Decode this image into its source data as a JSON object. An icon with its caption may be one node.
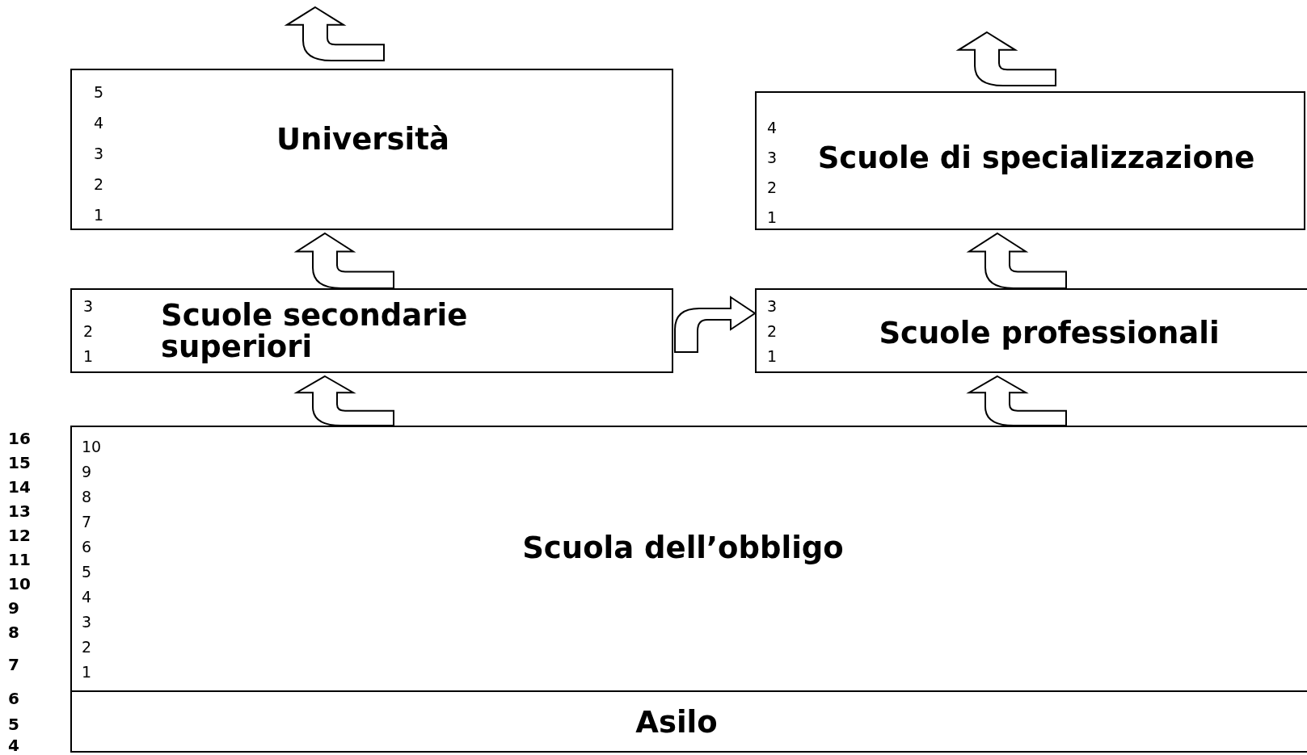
{
  "diagram": {
    "nodes": [
      {
        "text": [
          "5",
          "4",
          "3",
          "2",
          "1",
          "Università"
        ]
      },
      {
        "text": [
          "4",
          "3",
          "2",
          "1",
          "Scuole di specializzazione"
        ]
      },
      {
        "text": [
          "3",
          "2",
          "1",
          "Scuole secondarie superiori"
        ]
      },
      {
        "text": [
          "3",
          "2",
          "1",
          "Scuole professionali"
        ]
      },
      {
        "text": [
          "10",
          "9",
          "8",
          "7",
          "6",
          "5",
          "4",
          "3",
          "2",
          "1",
          "Scuola dell’obbligo"
        ]
      },
      {
        "text": [
          "Asilo"
        ]
      }
    ],
    "edges": [
      {
        "from": 0,
        "to": null,
        "arrow": "to"
      },
      {
        "from": 1,
        "to": null,
        "arrow": "to"
      },
      {
        "from": 2,
        "to": 0,
        "arrow": "to"
      },
      {
        "from": 3,
        "to": 1,
        "arrow": "to"
      },
      {
        "from": 2,
        "to": 3,
        "arrow": "to"
      },
      {
        "from": 4,
        "to": 2,
        "arrow": "to"
      },
      {
        "from": 4,
        "to": 3,
        "arrow": "to"
      }
    ],
    "labels": [
      "16",
      "15",
      "14",
      "13",
      "12",
      "11",
      "10",
      "9",
      "8",
      "7",
      "6",
      "5",
      "4"
    ]
  }
}
